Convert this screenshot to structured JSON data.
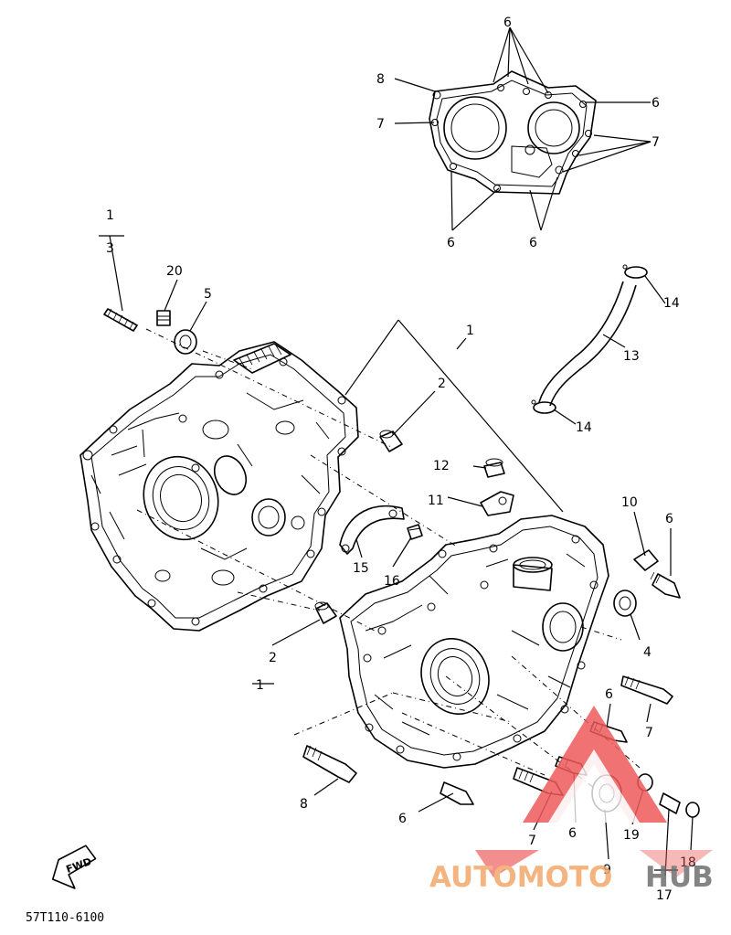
{
  "diagram_code": "57T110-6100",
  "fwd_label": "FWD",
  "watermark": {
    "part1": "AUTOMOTO",
    "part2": "HUB",
    "color1": "#f3a86a",
    "color2": "#6f6f6f",
    "triangle_color": "#ee5a5a"
  },
  "callouts": {
    "c1a": "1",
    "c3": "3",
    "c20": "20",
    "c5": "5",
    "c1b": "1",
    "c2a": "2",
    "c12": "12",
    "c11": "11",
    "c15": "15",
    "c16": "16",
    "c10": "10",
    "c6a": "6",
    "c14a": "14",
    "c13": "13",
    "c14b": "14",
    "c4": "4",
    "c2b": "2",
    "c1c": "1",
    "c6b": "6",
    "c7a": "7",
    "c8a": "8",
    "c6c": "6",
    "c7b": "7",
    "c6d": "6",
    "c9": "9",
    "c19": "19",
    "c18": "18",
    "c17": "17",
    "g6a": "6",
    "g8": "8",
    "g6b": "6",
    "g7a": "7",
    "g7b": "7",
    "g6c": "6",
    "g6d": "6"
  }
}
